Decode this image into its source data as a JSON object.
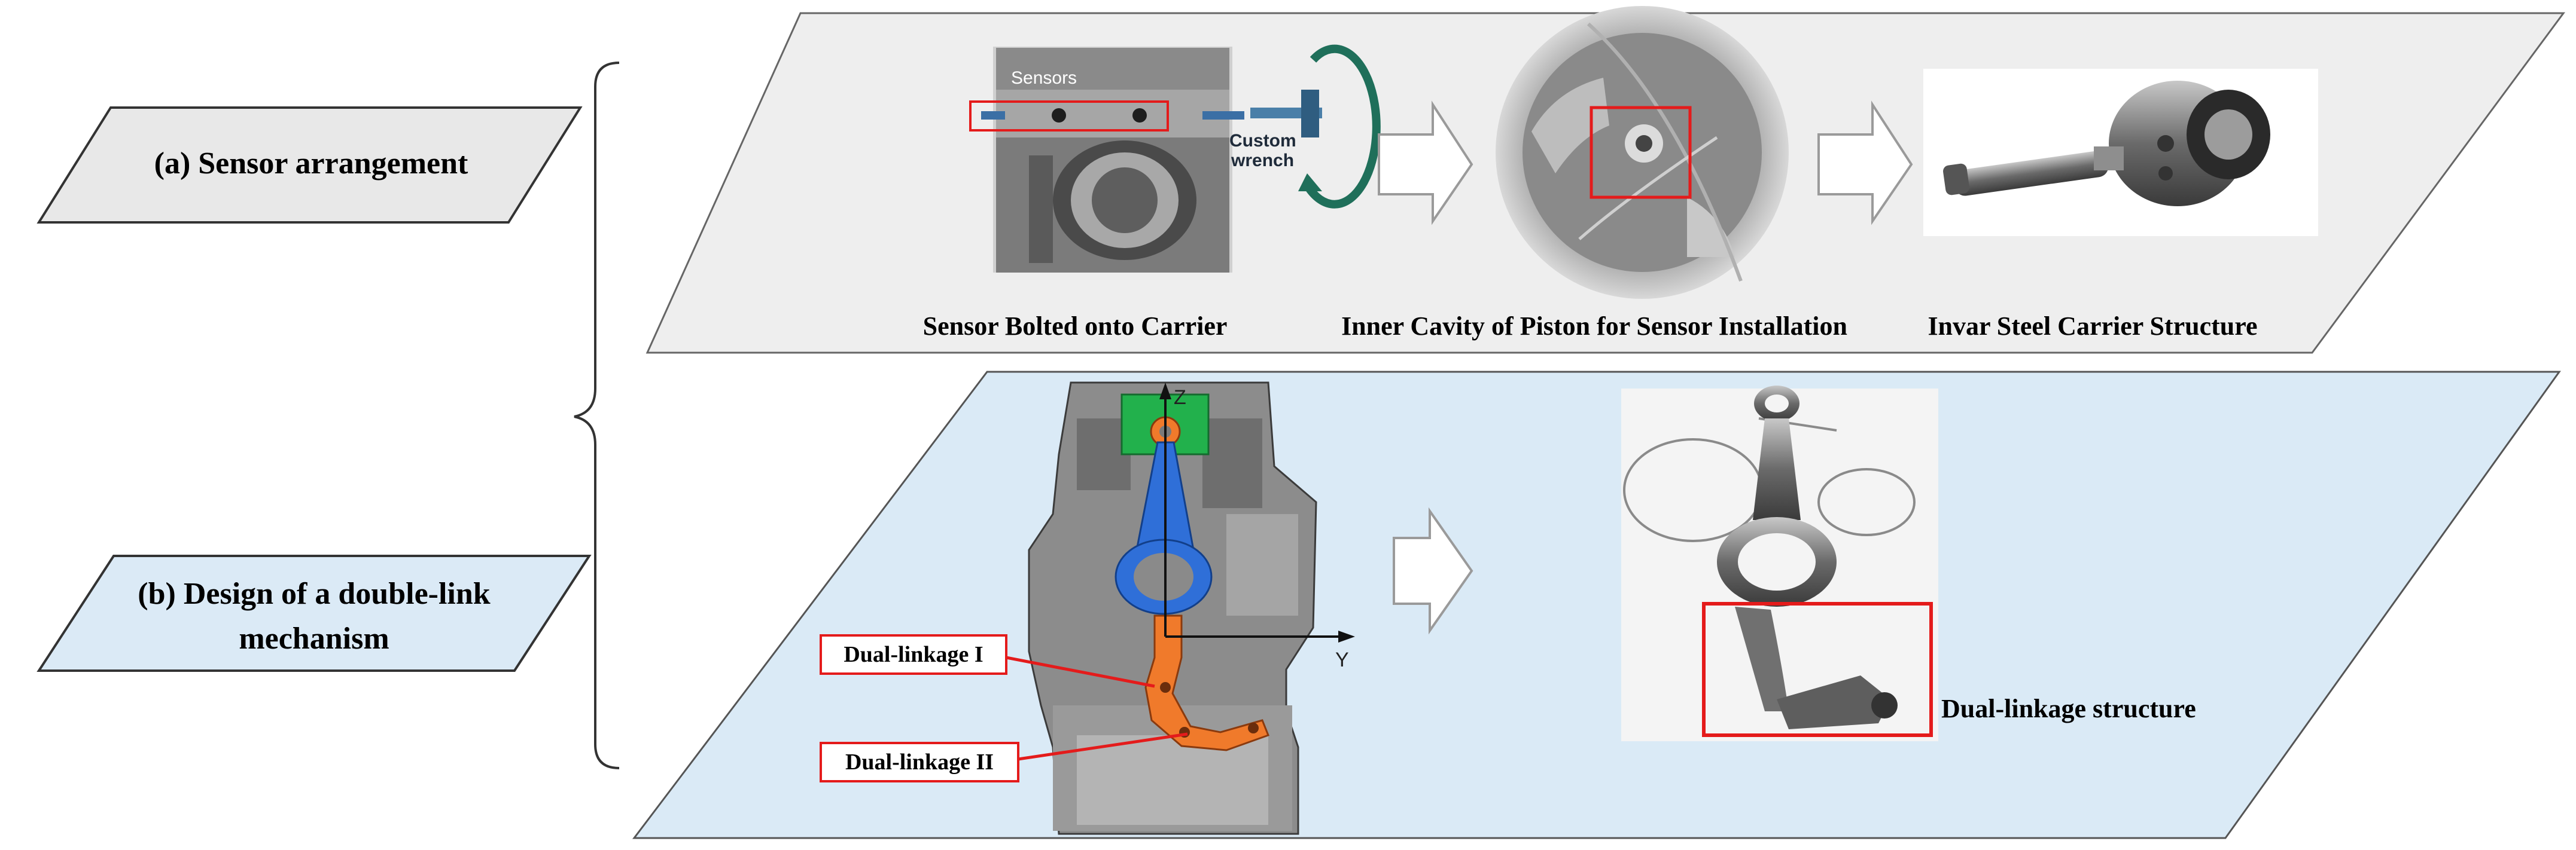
{
  "left_panel": {
    "sensor_arrangement": "(a)  Sensor arrangement",
    "double_link_line1": "(b)  Design of a double-link",
    "double_link_line2": "mechanism"
  },
  "top_row": {
    "photo1_sensors_label": "Sensors",
    "photo1_wrench_line1": "Custom",
    "photo1_wrench_line2": "wrench",
    "caption1": "Sensor Bolted onto Carrier",
    "caption2": "Inner Cavity of Piston for Sensor Installation",
    "caption3": "Invar Steel Carrier Structure"
  },
  "bottom_row": {
    "axis_z": "Z",
    "axis_y": "Y",
    "callout1": "Dual-linkage I",
    "callout2": "Dual-linkage II",
    "caption_structure": "Dual-linkage structure"
  },
  "colors": {
    "top_plane": "#eeeeee",
    "bottom_plane": "#daeaf6",
    "highlight_red": "#e41b1b",
    "piston_green": "#22b14c",
    "rod_blue": "#2f6fd8",
    "linkage_orange": "#f07a2b"
  }
}
